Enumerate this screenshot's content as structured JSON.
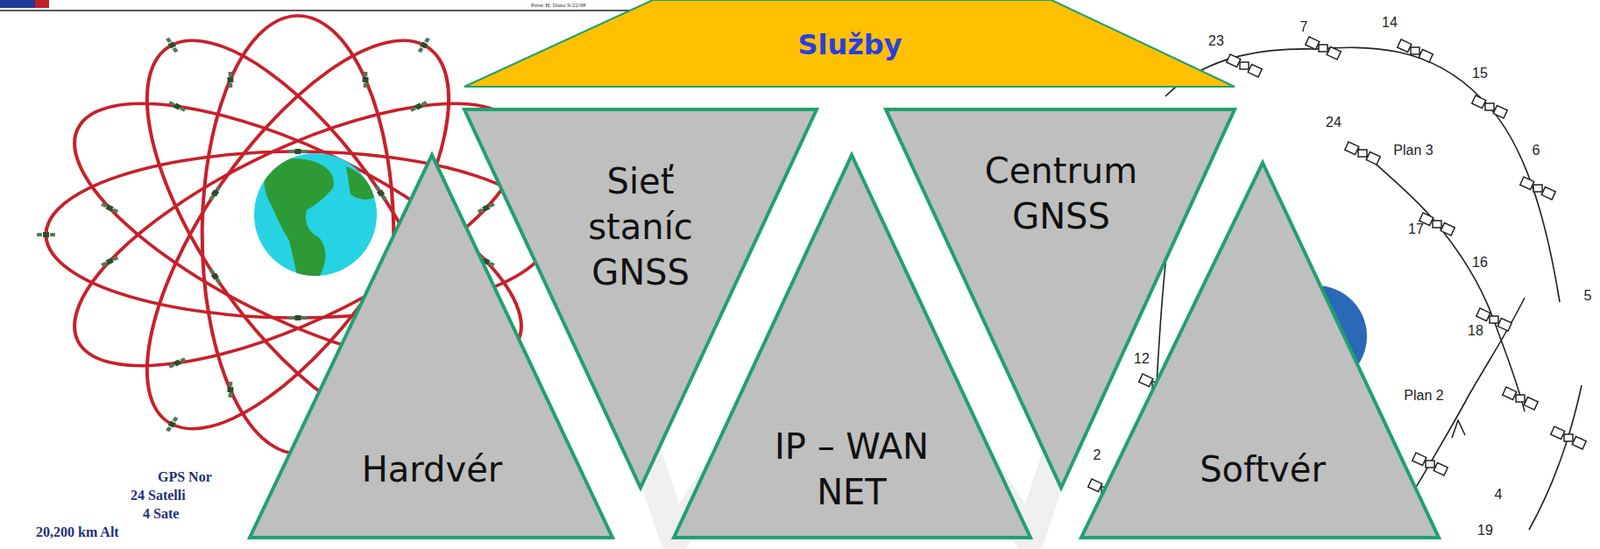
{
  "diagram": {
    "nodes": [
      {
        "text": [
          "Služby"
        ]
      },
      {
        "text": [
          "Sieť staníc GNSS"
        ]
      },
      {
        "text": [
          "Centrum GNSS"
        ]
      },
      {
        "text": [
          "Hardvér"
        ]
      },
      {
        "text": [
          "IP – WAN NET"
        ]
      },
      {
        "text": [
          "Softvér"
        ]
      }
    ],
    "labels": [
      "Peter H. Dana 9/22/98",
      "GPS Nor",
      "24 Satelli",
      "4 Sate",
      "20,200 km Alt",
      "23",
      "7",
      "14",
      "15",
      "6",
      "24",
      "Plan 3",
      "17",
      "16",
      "5",
      "18",
      "Plan 2",
      "12",
      "2",
      "4",
      "19"
    ]
  }
}
